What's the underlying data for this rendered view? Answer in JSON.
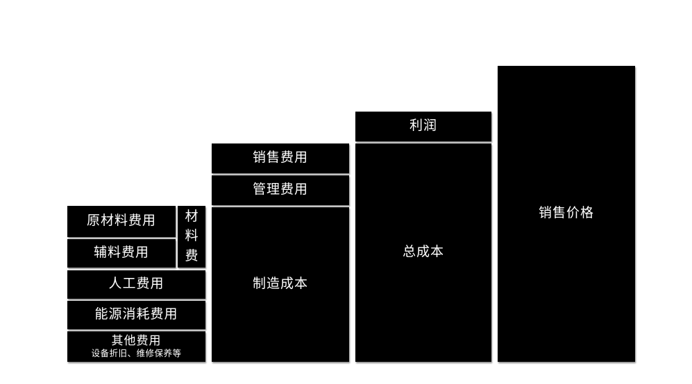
{
  "diagram": {
    "colors": {
      "background": "#ffffff",
      "block_bg": "#000000",
      "block_text": "#ffffff"
    },
    "columns": [
      {
        "name": "manufacturing-cost-components",
        "blocks": [
          {
            "label": "原材料费用"
          },
          {
            "label": "辅料费用"
          },
          {
            "label": "材料费"
          },
          {
            "label": "人工费用"
          },
          {
            "label": "能源消耗费用"
          },
          {
            "label": "其他费用",
            "note": "设备折旧、维修保养等"
          }
        ]
      },
      {
        "name": "total-cost-components",
        "blocks": [
          {
            "label": "销售费用"
          },
          {
            "label": "管理费用"
          },
          {
            "label": "制造成本"
          }
        ]
      },
      {
        "name": "sales-price-components",
        "blocks": [
          {
            "label": "利润"
          },
          {
            "label": "总成本"
          }
        ]
      },
      {
        "name": "sales-price",
        "blocks": [
          {
            "label": "销售价格"
          }
        ]
      }
    ]
  }
}
